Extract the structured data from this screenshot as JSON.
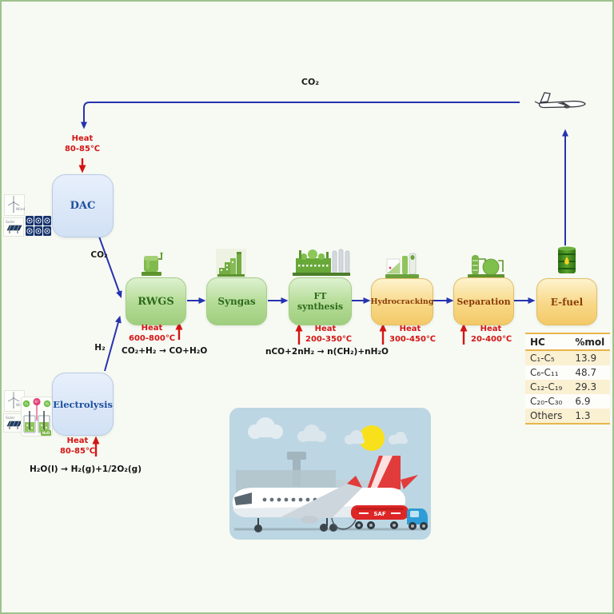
{
  "frame": {
    "background": "#f7faf3",
    "border_green": "#9fc28e",
    "accent_blue": "#2633b0",
    "heat_red": "#d41414"
  },
  "top": {
    "co2": "CO₂"
  },
  "dac": {
    "label": "DAC",
    "heat1": "Heat",
    "heat2": "80-85℃",
    "co2_out": "CO₂"
  },
  "electrolysis": {
    "label": "Electrolysis",
    "heat1": "Heat",
    "heat2": "80-85℃",
    "h2_out": "H₂",
    "equation": "H₂O(l) → H₂(g)+1/2O₂(g)",
    "cell": {
      "o2": "O₂",
      "hplus": "H⁺",
      "h2": "H₂",
      "h2o": "H₂O"
    }
  },
  "renewables": {
    "wind": "Wind",
    "solar": "Solar"
  },
  "process": {
    "boxes": [
      {
        "label": "RWGS",
        "heat1": "Heat",
        "heat2": "600-800℃",
        "equation": "CO₂+H₂ → CO+H₂O"
      },
      {
        "label": "Syngas"
      },
      {
        "label": "FT synthesis",
        "heat1": "Heat",
        "heat2": "200-350℃",
        "equation": "nCO+2nH₂ → n(CH₂)+nH₂O"
      },
      {
        "label": "Hydrocracking",
        "heat1": "Heat",
        "heat2": "300-450℃"
      },
      {
        "label": "Separation",
        "heat1": "Heat",
        "heat2": "20-400℃"
      },
      {
        "label": "E-fuel"
      }
    ]
  },
  "table": {
    "header_hc": "HC",
    "header_mol": "%mol",
    "rows": [
      {
        "hc": "C₁-C₅",
        "mol": "13.9"
      },
      {
        "hc": "C₆-C₁₁",
        "mol": "48.7"
      },
      {
        "hc": "C₁₂-C₁₉",
        "mol": "29.3"
      },
      {
        "hc": "C₂₀-C₃₀",
        "mol": "6.9"
      },
      {
        "hc": "Others",
        "mol": "1.3"
      }
    ]
  },
  "illustration": {
    "truck_label": "SAF"
  }
}
